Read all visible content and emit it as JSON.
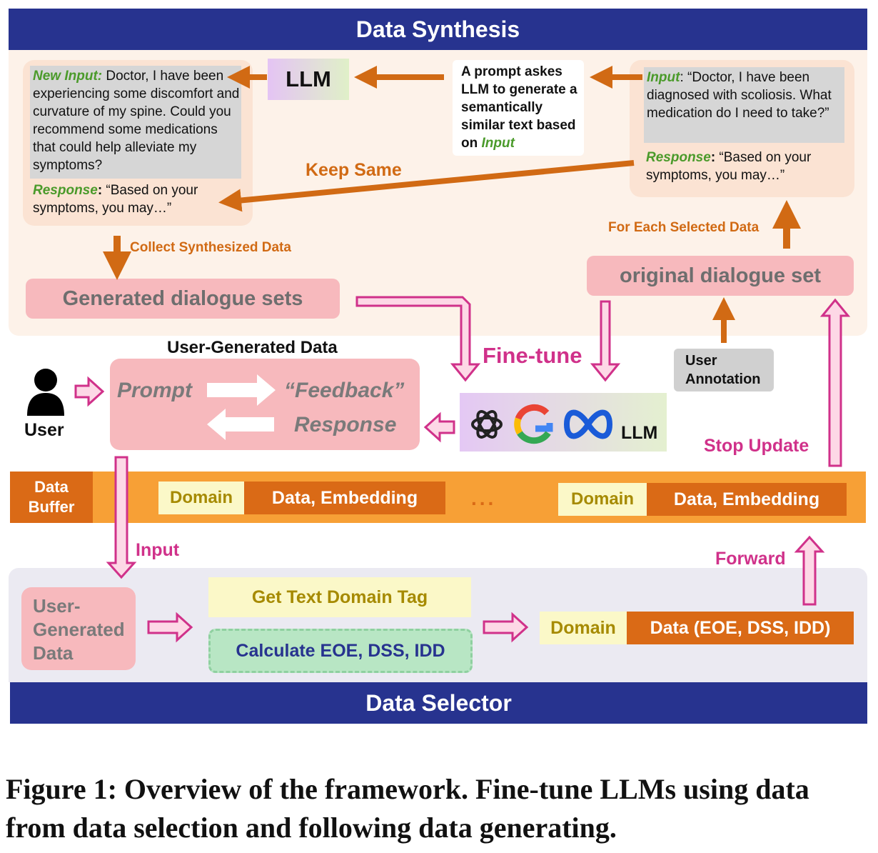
{
  "data_synthesis": {
    "title": "Data Synthesis",
    "new_input_label": "New Input:",
    "new_input_text": "Doctor, I have been experiencing some discomfort and curvature of my spine. Could you recommend some medications that could help alleviate my symptoms?",
    "new_response_label": "Response",
    "new_response_text": "“Based on your symptoms, you may…”",
    "llm_label": "LLM",
    "prompt_line1": "A prompt askes LLM to generate a semantically similar text based on",
    "prompt_input_word": "Input",
    "input_label": "Input",
    "input_text": "“Doctor, I have been diagnosed with scoliosis. What medication do I need to take?”",
    "response_label": "Response",
    "response_text": "“Based on your symptoms, you may…”",
    "keep_same": "Keep Same",
    "collect": "Collect Synthesized Data",
    "for_each": "For Each Selected Data",
    "generated_sets": "Generated dialogue sets",
    "original_set": "original dialogue set"
  },
  "middle": {
    "user_generated_title": "User-Generated Data",
    "user_label": "User",
    "prompt": "Prompt",
    "feedback": "“Feedback”",
    "response": "Response",
    "fine_tune": "Fine-tune",
    "llm_label": "LLM",
    "user_annotation": "User Annotation",
    "stop_update": "Stop Update"
  },
  "buffer": {
    "label": "Data Buffer",
    "domain1": "Domain",
    "data1": "Data, Embedding",
    "ellipsis": "...",
    "domain2": "Domain",
    "data2": "Data, Embedding"
  },
  "selector": {
    "title": "Data Selector",
    "input_label": "Input",
    "user_generated": "User-Generated Data",
    "get_tag": "Get Text Domain Tag",
    "calculate": "Calculate EOE, DSS, IDD",
    "domain": "Domain",
    "data": "Data (EOE, DSS, IDD)",
    "forward": "Forward"
  },
  "caption": "Figure 1: Overview of the framework. Fine-tune LLMs using data from data selection and following data generating.",
  "colors": {
    "navy": "#27338f",
    "orange": "#d16a14",
    "magenta": "#d0318a",
    "pink": "#f7b9bd"
  }
}
